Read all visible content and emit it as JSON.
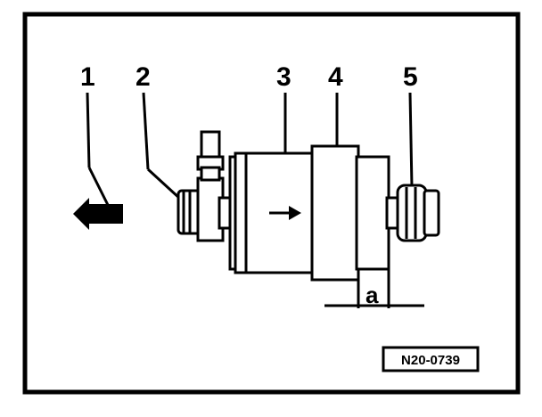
{
  "callouts": [
    {
      "label": "1"
    },
    {
      "label": "2"
    },
    {
      "label": "3"
    },
    {
      "label": "4"
    },
    {
      "label": "5"
    }
  ],
  "dimension_label": "a",
  "reference_code": "N20-0739",
  "colors": {
    "ink": "#000000",
    "paper": "#ffffff"
  },
  "icons": {
    "flow_direction": "arrow-left-icon",
    "inner_direction": "arrow-right-icon"
  }
}
